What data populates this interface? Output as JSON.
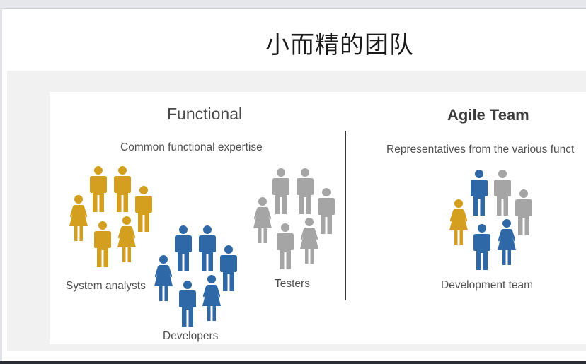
{
  "slide": {
    "title": "小而精的团队"
  },
  "functional": {
    "heading": "Functional",
    "caption": "Common functional expertise",
    "groups": {
      "analysts": "System analysts",
      "developers": "Developers",
      "testers": "Testers"
    }
  },
  "agile": {
    "heading": "Agile Team",
    "caption": "Representatives from the various funct",
    "team_label": "Development team"
  },
  "colors": {
    "analyst": "#d49e1f",
    "developer": "#2f68a6",
    "tester": "#a5a5a5"
  },
  "icons": [
    "person-male-icon",
    "person-female-icon"
  ]
}
